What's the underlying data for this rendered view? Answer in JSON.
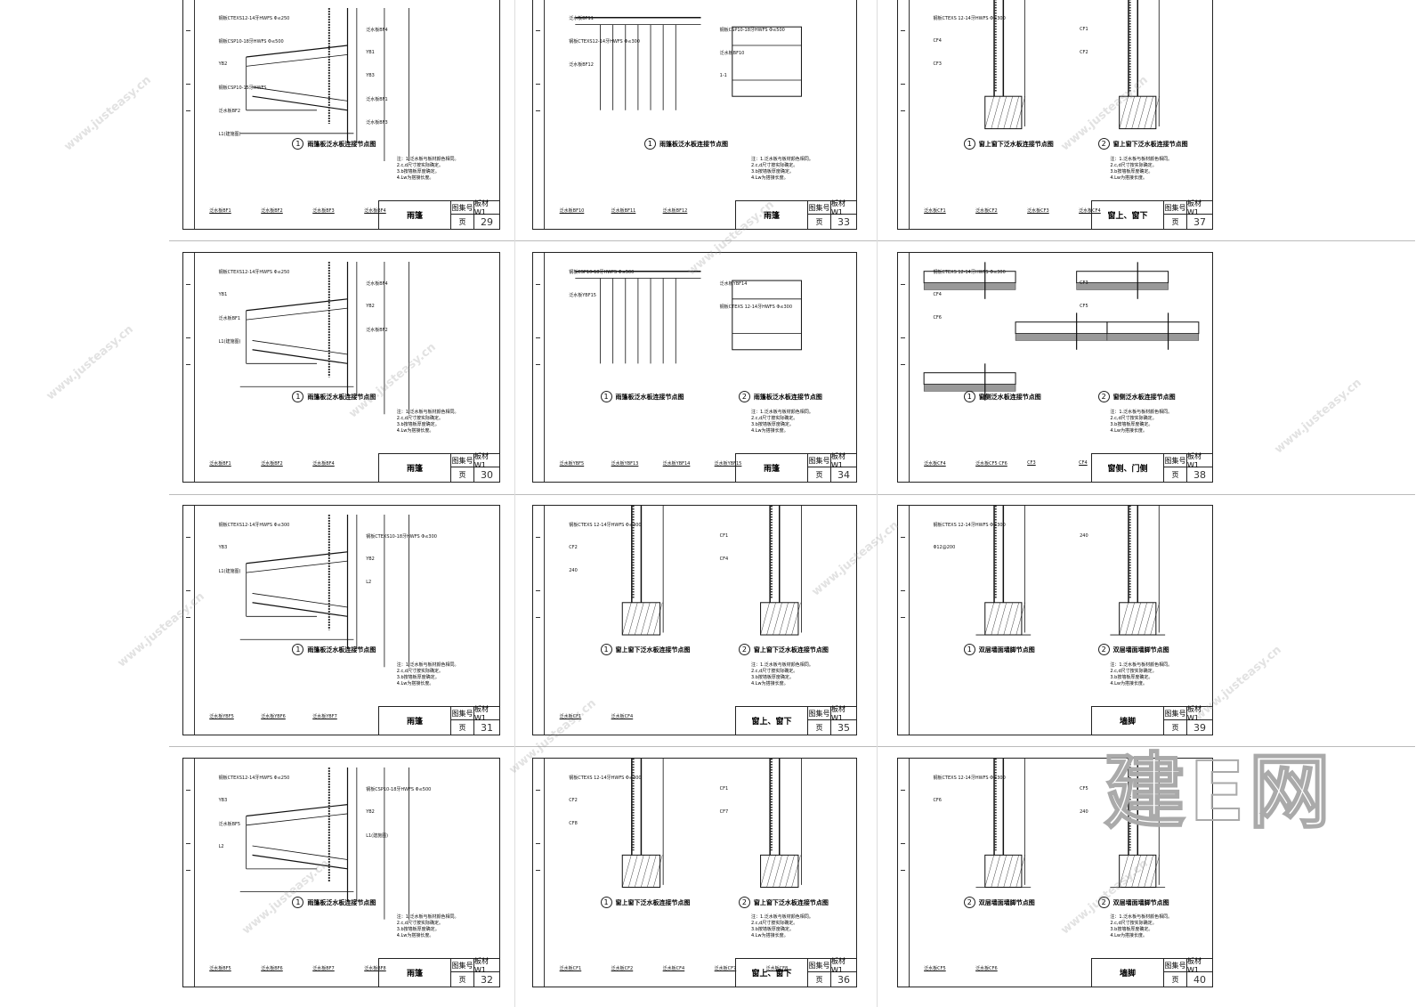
{
  "title_block": {
    "atlas_label": "图集号",
    "atlas_code": "板材W1",
    "page_label": "页"
  },
  "watermark": {
    "logo": "建E网",
    "url": "www.justeasy.cn"
  },
  "sheets": [
    {
      "name": "雨篷",
      "page": "29",
      "type": "canopy",
      "caption_no": "1",
      "caption": "雨篷板泛水板连接节点图",
      "labels": [
        "钢板CTEXS12-14牙HWFS Φ≤250",
        "泛水板BF4",
        "钢板CSP10-18牙HWFS Φ≤500",
        "YB1",
        "YB2",
        "YB3",
        "钢板CSP10-15牙HWFS",
        "泛水板BF1",
        "泛水板BF2",
        "泛水板BF3",
        "L1(建施图)"
      ],
      "details": [
        "泛水板BF1",
        "泛水板BF2",
        "泛水板BF3",
        "泛水板BF4"
      ]
    },
    {
      "name": "雨篷",
      "page": "33",
      "type": "wall",
      "caption_no": "1",
      "caption": "雨篷板泛水板连接节点图",
      "labels": [
        "泛水板BF11",
        "钢板CSP10-18牙HWFS Φ≤500",
        "钢板CTEXS12-14牙HWFS Φ≤300",
        "泛水板BF10",
        "泛水板BF12",
        "1-1"
      ],
      "details": [
        "泛水板BF10",
        "泛水板BF11",
        "泛水板BF12"
      ]
    },
    {
      "name": "窗上、窗下",
      "page": "37",
      "type": "window",
      "caption_no": "1",
      "caption": "窗上窗下泛水板连接节点图",
      "caption2_no": "2",
      "caption2": "窗上窗下泛水板连接节点图",
      "labels": [
        "钢板CTEXS 12-14牙HWFS Φ≤300",
        "CF1",
        "CF4",
        "CF2",
        "CF3"
      ],
      "details": [
        "泛水板CF1",
        "泛水板CF2",
        "泛水板CF3",
        "泛水板CF4"
      ]
    },
    {
      "name": "雨篷",
      "page": "30",
      "type": "canopy",
      "caption_no": "1",
      "caption": "雨篷板泛水板连接节点图",
      "labels": [
        "钢板CTEXS12-14牙HWFS Φ≤250",
        "泛水板BF4",
        "YB1",
        "YB2",
        "泛水板BF1",
        "泛水板BF2",
        "L1(建施图)"
      ],
      "details": [
        "泛水板BF1",
        "泛水板BF2",
        "泛水板BF4"
      ]
    },
    {
      "name": "雨篷",
      "page": "34",
      "type": "wall",
      "caption_no": "1",
      "caption": "雨篷板泛水板连接节点图",
      "caption2_no": "2",
      "caption2": "雨篷板泛水板连接节点图",
      "labels": [
        "钢板CSP10-18牙HWFS Φ≤500",
        "泛水板YBF14",
        "泛水板YBF15",
        "钢板CTEXS 12-14牙HWFS Φ≤300"
      ],
      "details": [
        "泛水板YBF5",
        "泛水板YBF13",
        "泛水板YBF14",
        "泛水板YBF15"
      ]
    },
    {
      "name": "窗侧、门侧",
      "page": "38",
      "type": "plan",
      "caption_no": "1",
      "caption": "窗侧泛水板连接节点图",
      "caption2_no": "2",
      "caption2": "窗侧泛水板连接节点图",
      "labels": [
        "钢板CTEXS 12-14牙HWFS Φ≤300",
        "CF3",
        "CF4",
        "CF5",
        "CF6"
      ],
      "details": [
        "泛水板CF4",
        "泛水板CF5 CF6",
        "CF3",
        "CF4"
      ]
    },
    {
      "name": "雨篷",
      "page": "31",
      "type": "canopy",
      "caption_no": "1",
      "caption": "雨篷板泛水板连接节点图",
      "labels": [
        "钢板CTEXS12-14牙HWFS Φ≤300",
        "钢板CTEXS10-18牙HWFS Φ≤300",
        "YB3",
        "YB2",
        "L1(建施图)",
        "L2"
      ],
      "details": [
        "泛水板YBF5",
        "泛水板YBF6",
        "泛水板YBF7"
      ]
    },
    {
      "name": "窗上、窗下",
      "page": "35",
      "type": "window",
      "caption_no": "1",
      "caption": "窗上窗下泛水板连接节点图",
      "caption2_no": "2",
      "caption2": "窗上窗下泛水板连接节点图",
      "labels": [
        "钢板CTEXS 12-14牙HWFS Φ≤300",
        "CF1",
        "CF2",
        "CF4",
        "240"
      ],
      "details": [
        "泛水板CF1",
        "泛水板CF4"
      ]
    },
    {
      "name": "墙脚",
      "page": "39",
      "type": "base",
      "caption_no": "1",
      "caption": "双层墙面墙脚节点图",
      "caption2_no": "2",
      "caption2": "双层墙面墙脚节点图",
      "labels": [
        "钢板CTEXS 12-14牙HWFS Φ≤300",
        "240",
        "Φ12@200"
      ],
      "details": []
    },
    {
      "name": "雨篷",
      "page": "32",
      "type": "canopy",
      "caption_no": "1",
      "caption": "雨篷板泛水板连接节点图",
      "labels": [
        "钢板CTEXS12-14牙HWFS Φ≤250",
        "钢板CSP10-18牙HWFS Φ≤500",
        "YB3",
        "YB2",
        "泛水板BF5",
        "L1(建施图)",
        "L2"
      ],
      "details": [
        "泛水板BF5",
        "泛水板BF6",
        "泛水板BF7",
        "泛水板BF8"
      ]
    },
    {
      "name": "窗上、窗下",
      "page": "36",
      "type": "window",
      "caption_no": "1",
      "caption": "窗上窗下泛水板连接节点图",
      "caption2_no": "2",
      "caption2": "窗上窗下泛水板连接节点图",
      "labels": [
        "钢板CTEXS 12-14牙HWFS Φ≤300",
        "CF1",
        "CF2",
        "CF7",
        "CF8"
      ],
      "details": [
        "泛水板CF1",
        "泛水板CF2",
        "泛水板CF4",
        "泛水板CF7",
        "泛水板CF8"
      ]
    },
    {
      "name": "墙脚",
      "page": "40",
      "type": "base",
      "caption_no": "2",
      "caption": "双层墙面墙脚节点图",
      "caption2_no": "2",
      "caption2": "双层墙面墙脚节点图",
      "labels": [
        "钢板CTEXS 12-14牙HWFS Φ≤300",
        "CF5",
        "CF6",
        "240"
      ],
      "details": [
        "泛水板CF5",
        "泛水板CF6"
      ]
    }
  ],
  "notes": "注：1.泛水板与板材颜色相同。\n2.c,d尺寸按实际确定。\n3.b按墙板厚度确定。\n4.Lw为搭接长度。"
}
